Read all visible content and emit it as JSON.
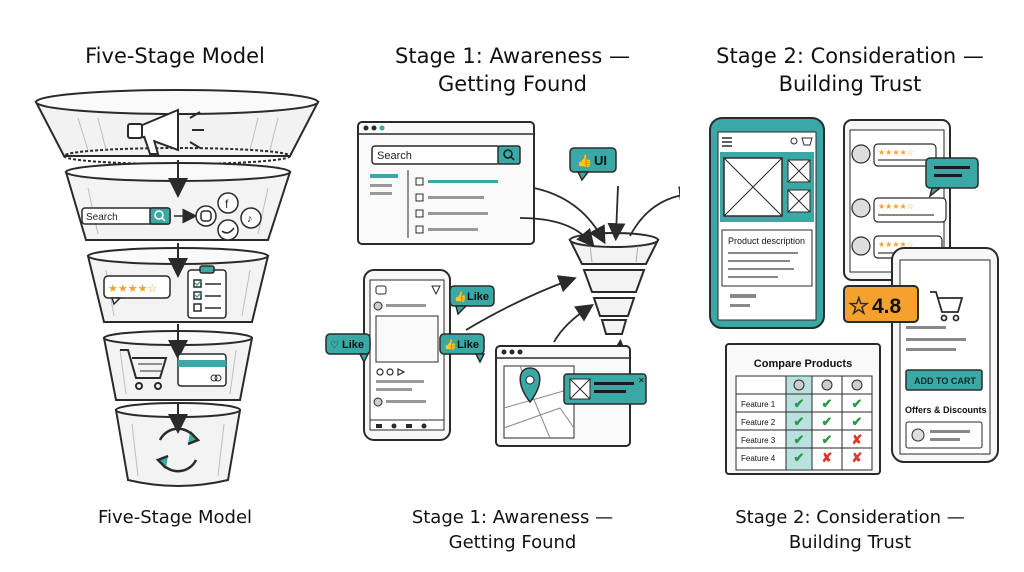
{
  "titles": {
    "col1": "Five-Stage Model",
    "col2_line1": "Stage 1: Awareness —",
    "col2_line2": "Getting Found",
    "col3_line1": "Stage 2: Consideration —",
    "col3_line2": "Building Trust"
  },
  "captions": {
    "col1": "Five-Stage Model",
    "col2_line1": "Stage 1: Awareness —",
    "col2_line2": "Getting Found",
    "col3_line1": "Stage 2: Consideration —",
    "col3_line2": "Building Trust"
  },
  "funnel": {
    "search_label": "Search"
  },
  "awareness": {
    "search_label": "Search",
    "ui_badge": "UI",
    "like_labels": [
      "Like",
      "Like",
      "Like"
    ]
  },
  "consideration": {
    "product_description": "Product description",
    "rating": "4.8",
    "add_to_cart": "ADD TO CART",
    "offers": "Offers & Discounts",
    "compare_title": "Compare Products",
    "features": [
      "Feature 1",
      "Feature 2",
      "Feature 3",
      "Feature 4"
    ]
  },
  "colors": {
    "teal": "#3aa9a6",
    "teal_dark": "#1e6f6d",
    "orange": "#f4a22d",
    "ink": "#2a2a2a",
    "check": "#2b9a45",
    "cross": "#d93a2b"
  }
}
